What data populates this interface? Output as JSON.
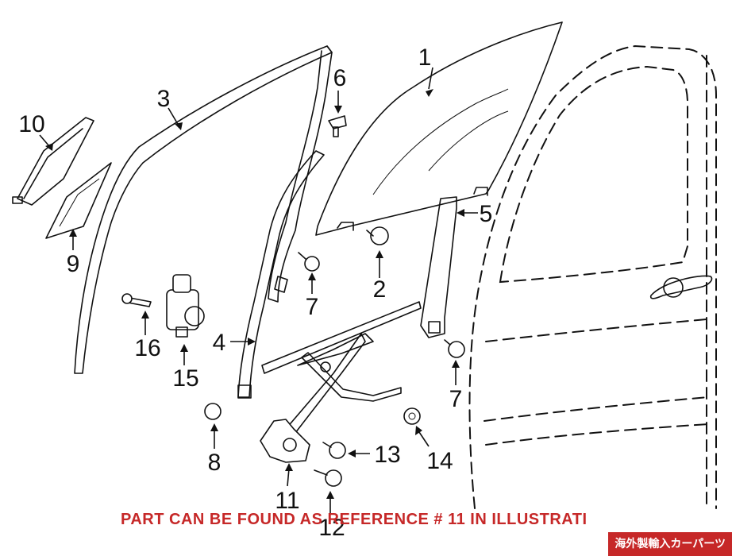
{
  "callouts": [
    {
      "id": "c1",
      "label": "1"
    },
    {
      "id": "c2",
      "label": "2"
    },
    {
      "id": "c3",
      "label": "3"
    },
    {
      "id": "c4",
      "label": "4"
    },
    {
      "id": "c5",
      "label": "5"
    },
    {
      "id": "c6",
      "label": "6"
    },
    {
      "id": "c7a",
      "label": "7"
    },
    {
      "id": "c7b",
      "label": "7"
    },
    {
      "id": "c8",
      "label": "8"
    },
    {
      "id": "c9",
      "label": "9"
    },
    {
      "id": "c10",
      "label": "10"
    },
    {
      "id": "c11",
      "label": "11"
    },
    {
      "id": "c12",
      "label": "12"
    },
    {
      "id": "c13",
      "label": "13"
    },
    {
      "id": "c14",
      "label": "14"
    },
    {
      "id": "c15",
      "label": "15"
    },
    {
      "id": "c16",
      "label": "16"
    }
  ],
  "caption": "PART CAN BE FOUND AS REFERENCE # 11 IN ILLUSTRATI",
  "watermark_badge": "海外製輸入カーパーツ",
  "colors": {
    "caption": "#c62828",
    "badge_bg": "#c62828",
    "badge_text": "#ffffff"
  }
}
